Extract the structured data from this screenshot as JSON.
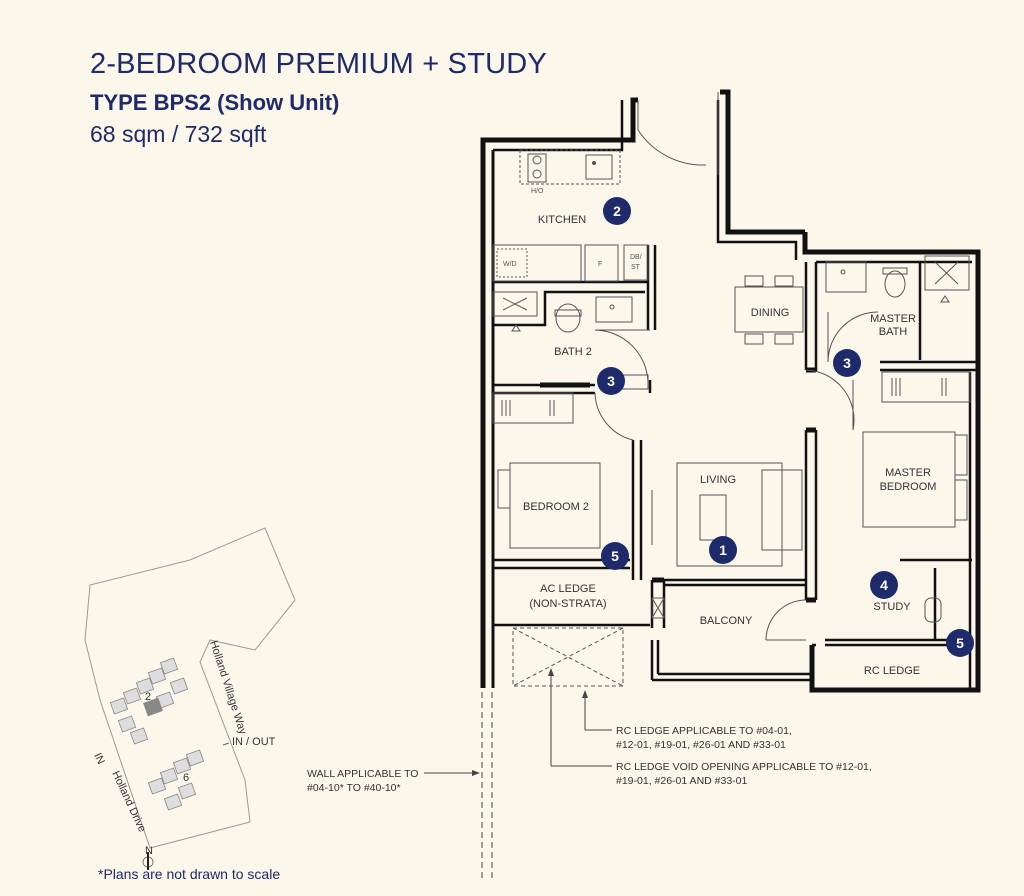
{
  "title": "2-BEDROOM PREMIUM + STUDY",
  "type_label": "TYPE BPS2 (Show Unit)",
  "size": "68 sqm / 732 sqft",
  "rooms": {
    "kitchen": "KITCHEN",
    "dining": "DINING",
    "master_bath_line1": "MASTER",
    "master_bath_line2": "BATH",
    "bath2": "BATH 2",
    "living": "LIVING",
    "master_bedroom_line1": "MASTER",
    "master_bedroom_line2": "BEDROOM",
    "bedroom2": "BEDROOM 2",
    "ac_ledge_line1": "AC LEDGE",
    "ac_ledge_line2": "(NON-STRATA)",
    "balcony": "BALCONY",
    "study": "STUDY",
    "rc_ledge": "RC LEDGE"
  },
  "fixtures": {
    "hob": "H/O",
    "washer": "W/D",
    "fridge": "F",
    "db_line1": "DB/",
    "db_line2": "ST"
  },
  "badges": {
    "living": "1",
    "kitchen": "2",
    "bath_door": "3",
    "master_bath_door": "3",
    "study": "4",
    "bedroom2_window": "5",
    "study_window": "5"
  },
  "notes": {
    "rc_ledge_1": "RC LEDGE APPLICABLE TO #04-01,",
    "rc_ledge_2": "#12-01, #19-01, #26-01 AND #33-01",
    "void_1": "RC LEDGE VOID OPENING APPLICABLE TO #12-01,",
    "void_2": "#19-01, #26-01 AND #33-01",
    "wall_1": "WALL APPLICABLE TO",
    "wall_2": "#04-10* TO #40-10*"
  },
  "site_map": {
    "road_1": "Holland Village Way",
    "road_2": "Holland Drive",
    "in_out": "IN / OUT",
    "in": "IN",
    "north": "N",
    "block_2": "2",
    "block_6": "6"
  },
  "footnote": "*Plans are not drawn to scale",
  "colors": {
    "background": "#fbf7ea",
    "title": "#1f2a6b",
    "badge": "#1f2a6b",
    "wall": "#111111"
  }
}
